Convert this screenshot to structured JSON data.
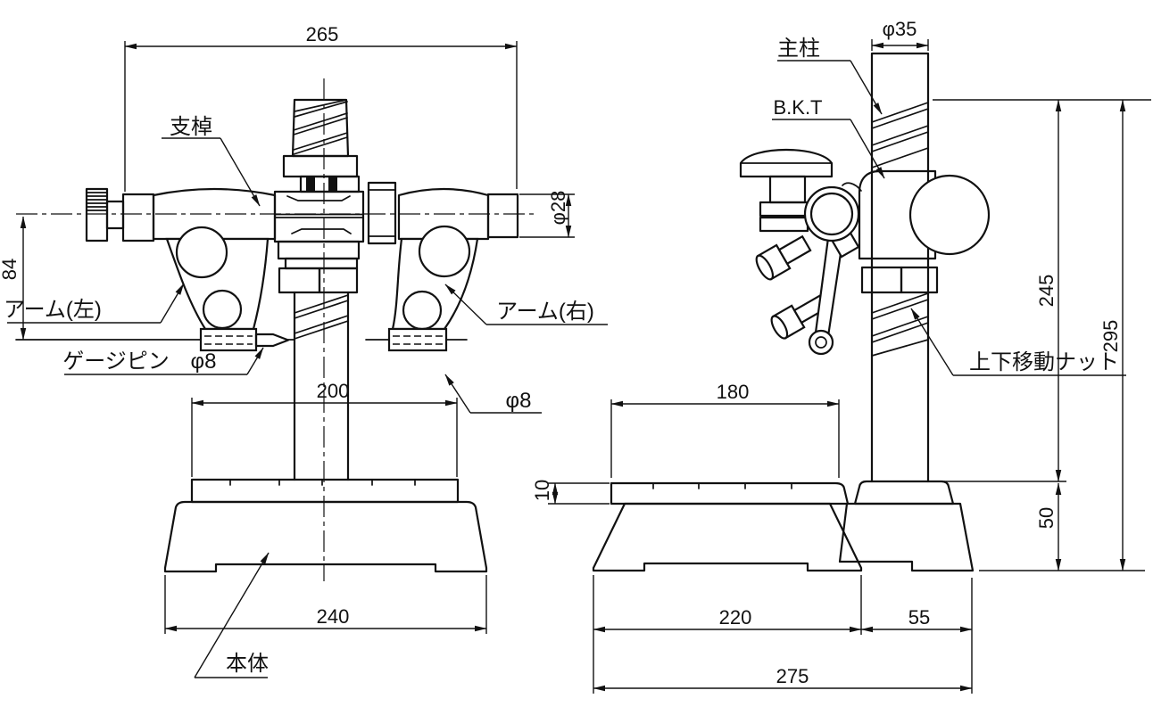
{
  "colors": {
    "line": "#111111",
    "background": "#ffffff"
  },
  "front_view": {
    "dim_overall_width": "265",
    "dim_arm_height": "84",
    "dim_arm_diameter": "φ28",
    "label_support_rod": "支棹",
    "label_arm_left": "アーム(左)",
    "label_arm_right": "アーム(右)",
    "label_gauge_pin": "ゲージピン",
    "dim_gauge_pin_diameter": "φ8",
    "dim_pillar_diameter": "φ8",
    "dim_table_width": "200",
    "dim_base_width": "240",
    "label_body": "本体"
  },
  "side_view": {
    "dim_column_diameter": "φ35",
    "label_main_column": "主柱",
    "label_bracket": "B.K.T",
    "label_updown_nut": "上下移動ナット",
    "dim_column_height": "245",
    "dim_total_height": "295",
    "dim_base_height": "50",
    "dim_table_width": "180",
    "dim_table_thickness": "10",
    "dim_base_front_width": "220",
    "dim_base_side_depth": "55",
    "dim_base_total_width": "275"
  }
}
